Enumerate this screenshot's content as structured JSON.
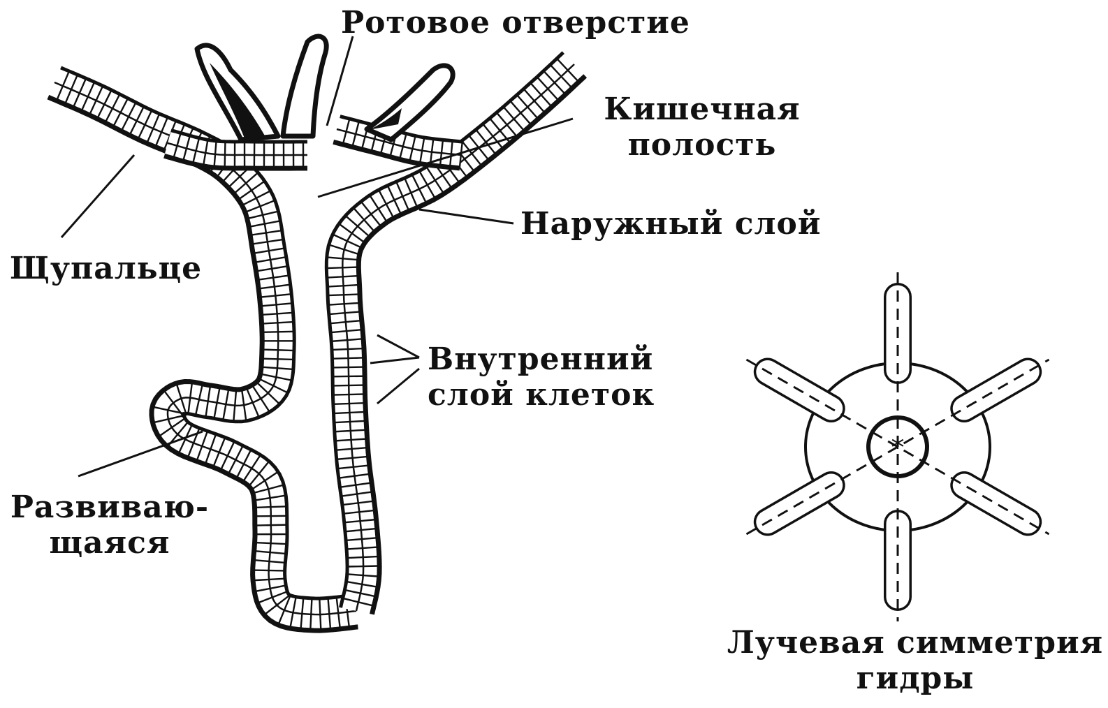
{
  "labels": {
    "mouth": "Ротовое отверстие",
    "gut_cavity_line1": "Кишечная",
    "gut_cavity_line2": "полость",
    "outer_layer": "Наружный слой",
    "tentacle": "Щупальце",
    "inner_layer_line1": "Внутренний",
    "inner_layer_line2": "слой клеток",
    "bud_line1": "Развиваю-",
    "bud_line2": "щаяся",
    "symmetry_line1": "Лучевая симметрия",
    "symmetry_line2": "гидры"
  },
  "colors": {
    "ink": "#111111",
    "paper": "#ffffff",
    "cell_fill": "#ffffff"
  }
}
